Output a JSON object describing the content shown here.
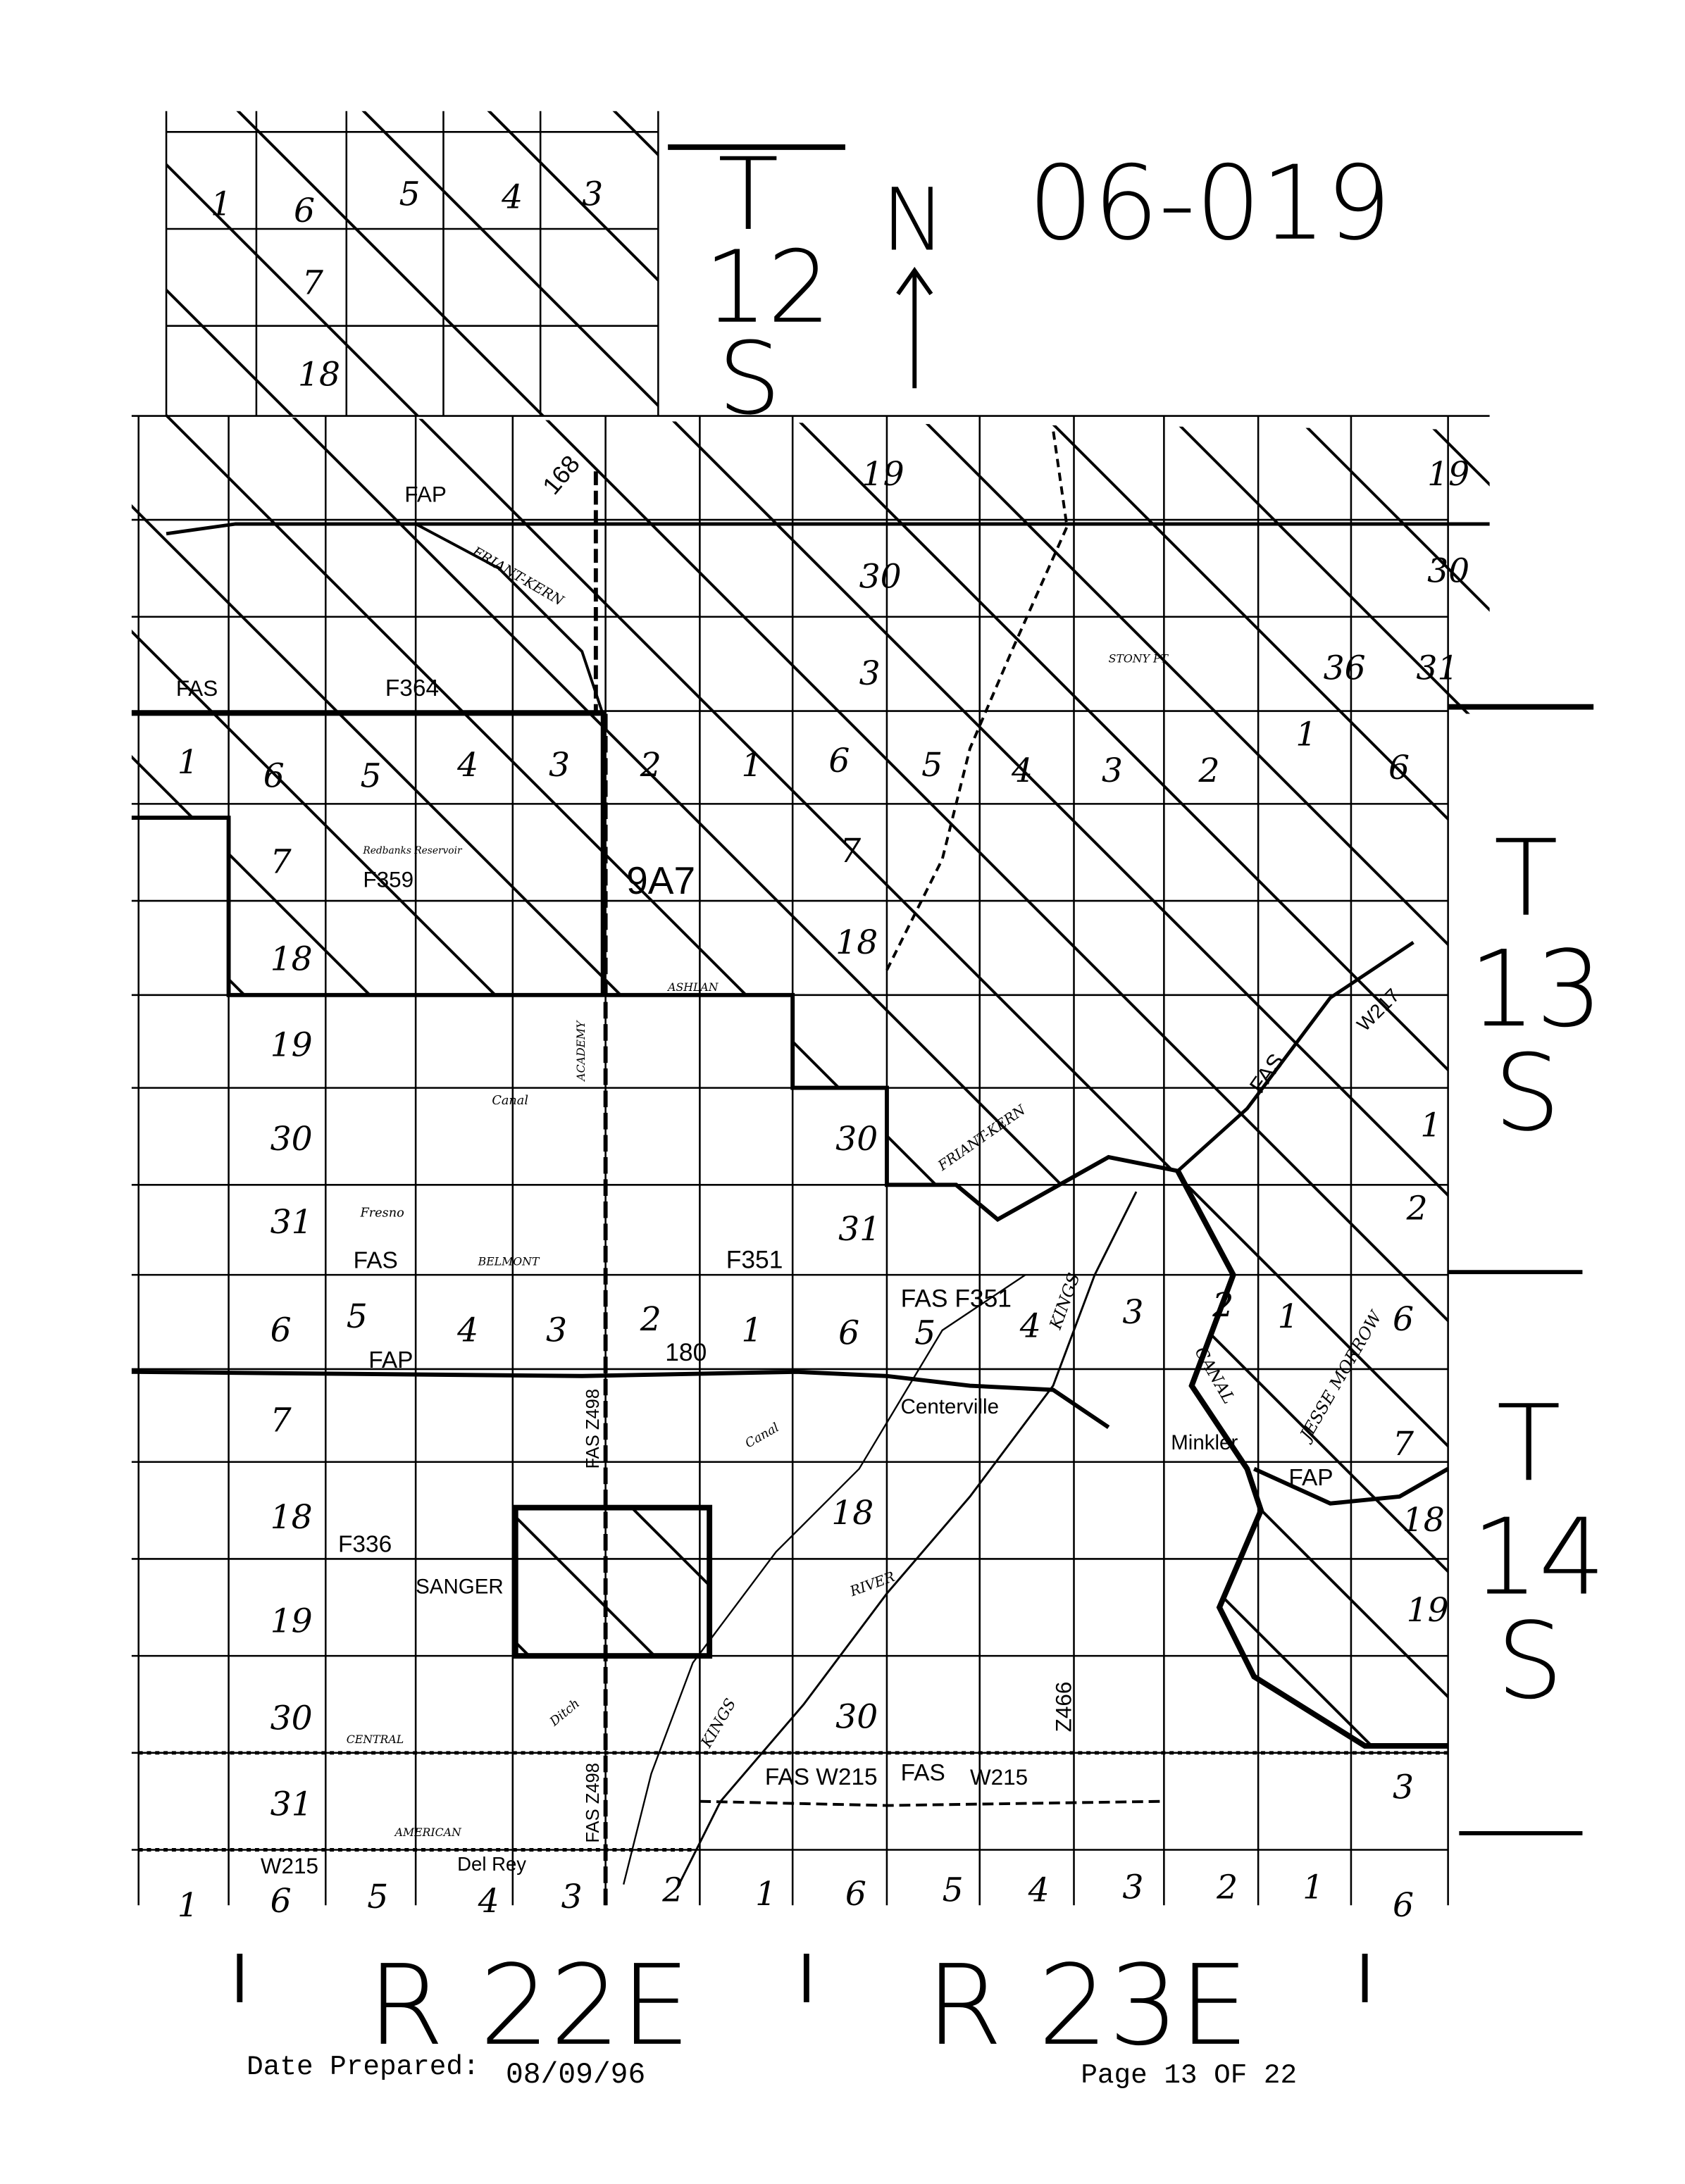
{
  "map_id": "06-019",
  "north_label": "N",
  "townships": {
    "t12s": [
      "T",
      "12",
      "S"
    ],
    "t13s": [
      "T",
      "13",
      "S"
    ],
    "t14s": [
      "T",
      "14",
      "S"
    ]
  },
  "ranges": [
    "R 22E",
    "R 23E"
  ],
  "footer": {
    "date_label": "Date Prepared:",
    "date_value": "08/09/96",
    "page_label": "Page 13 OF 22"
  },
  "places": [
    "Centerville",
    "Minkler",
    "SANGER",
    "Del Rey"
  ],
  "route_labels": [
    "FAP",
    "FAS",
    "F364",
    "F359",
    "9A7",
    "FAS",
    "F351",
    "FAS F351",
    "FAP",
    "180",
    "F336",
    "FAS Z498",
    "FAS W215",
    "FAS",
    "W215",
    "W215",
    "Z466",
    "FAS Z498",
    "FAS",
    "FAP",
    "W217",
    "168"
  ],
  "feature_labels": [
    "FRIANT-KERN",
    "FRIANT-KERN",
    "CANAL",
    "JESSE MORROW",
    "KINGS",
    "KINGS",
    "RIVER",
    "Canal",
    "Canal",
    "CENTRAL",
    "AMERICAN",
    "ASHLAN",
    "BELMONT",
    "ACADEMY",
    "Fresno",
    "Ditch",
    "Redbanks Reservoir",
    "STONY PT"
  ],
  "section_numbers": [
    "1",
    "6",
    "5",
    "4",
    "3",
    "7",
    "18",
    "19",
    "30",
    "3",
    "36",
    "31",
    "19",
    "30",
    "1",
    "6",
    "5",
    "4",
    "3",
    "2",
    "1",
    "6",
    "5",
    "4",
    "3",
    "2",
    "1",
    "6",
    "7",
    "18",
    "7",
    "19",
    "18",
    "30",
    "30",
    "31",
    "31",
    "6",
    "5",
    "4",
    "3",
    "2",
    "1",
    "6",
    "5",
    "4",
    "3",
    "2",
    "1",
    "6",
    "7",
    "18",
    "18",
    "19",
    "30",
    "30",
    "31",
    "1",
    "6",
    "5",
    "4",
    "3",
    "2",
    "1",
    "6",
    "5",
    "4",
    "3",
    "2",
    "1",
    "6",
    "7",
    "18",
    "19",
    "3",
    "2",
    "1"
  ]
}
